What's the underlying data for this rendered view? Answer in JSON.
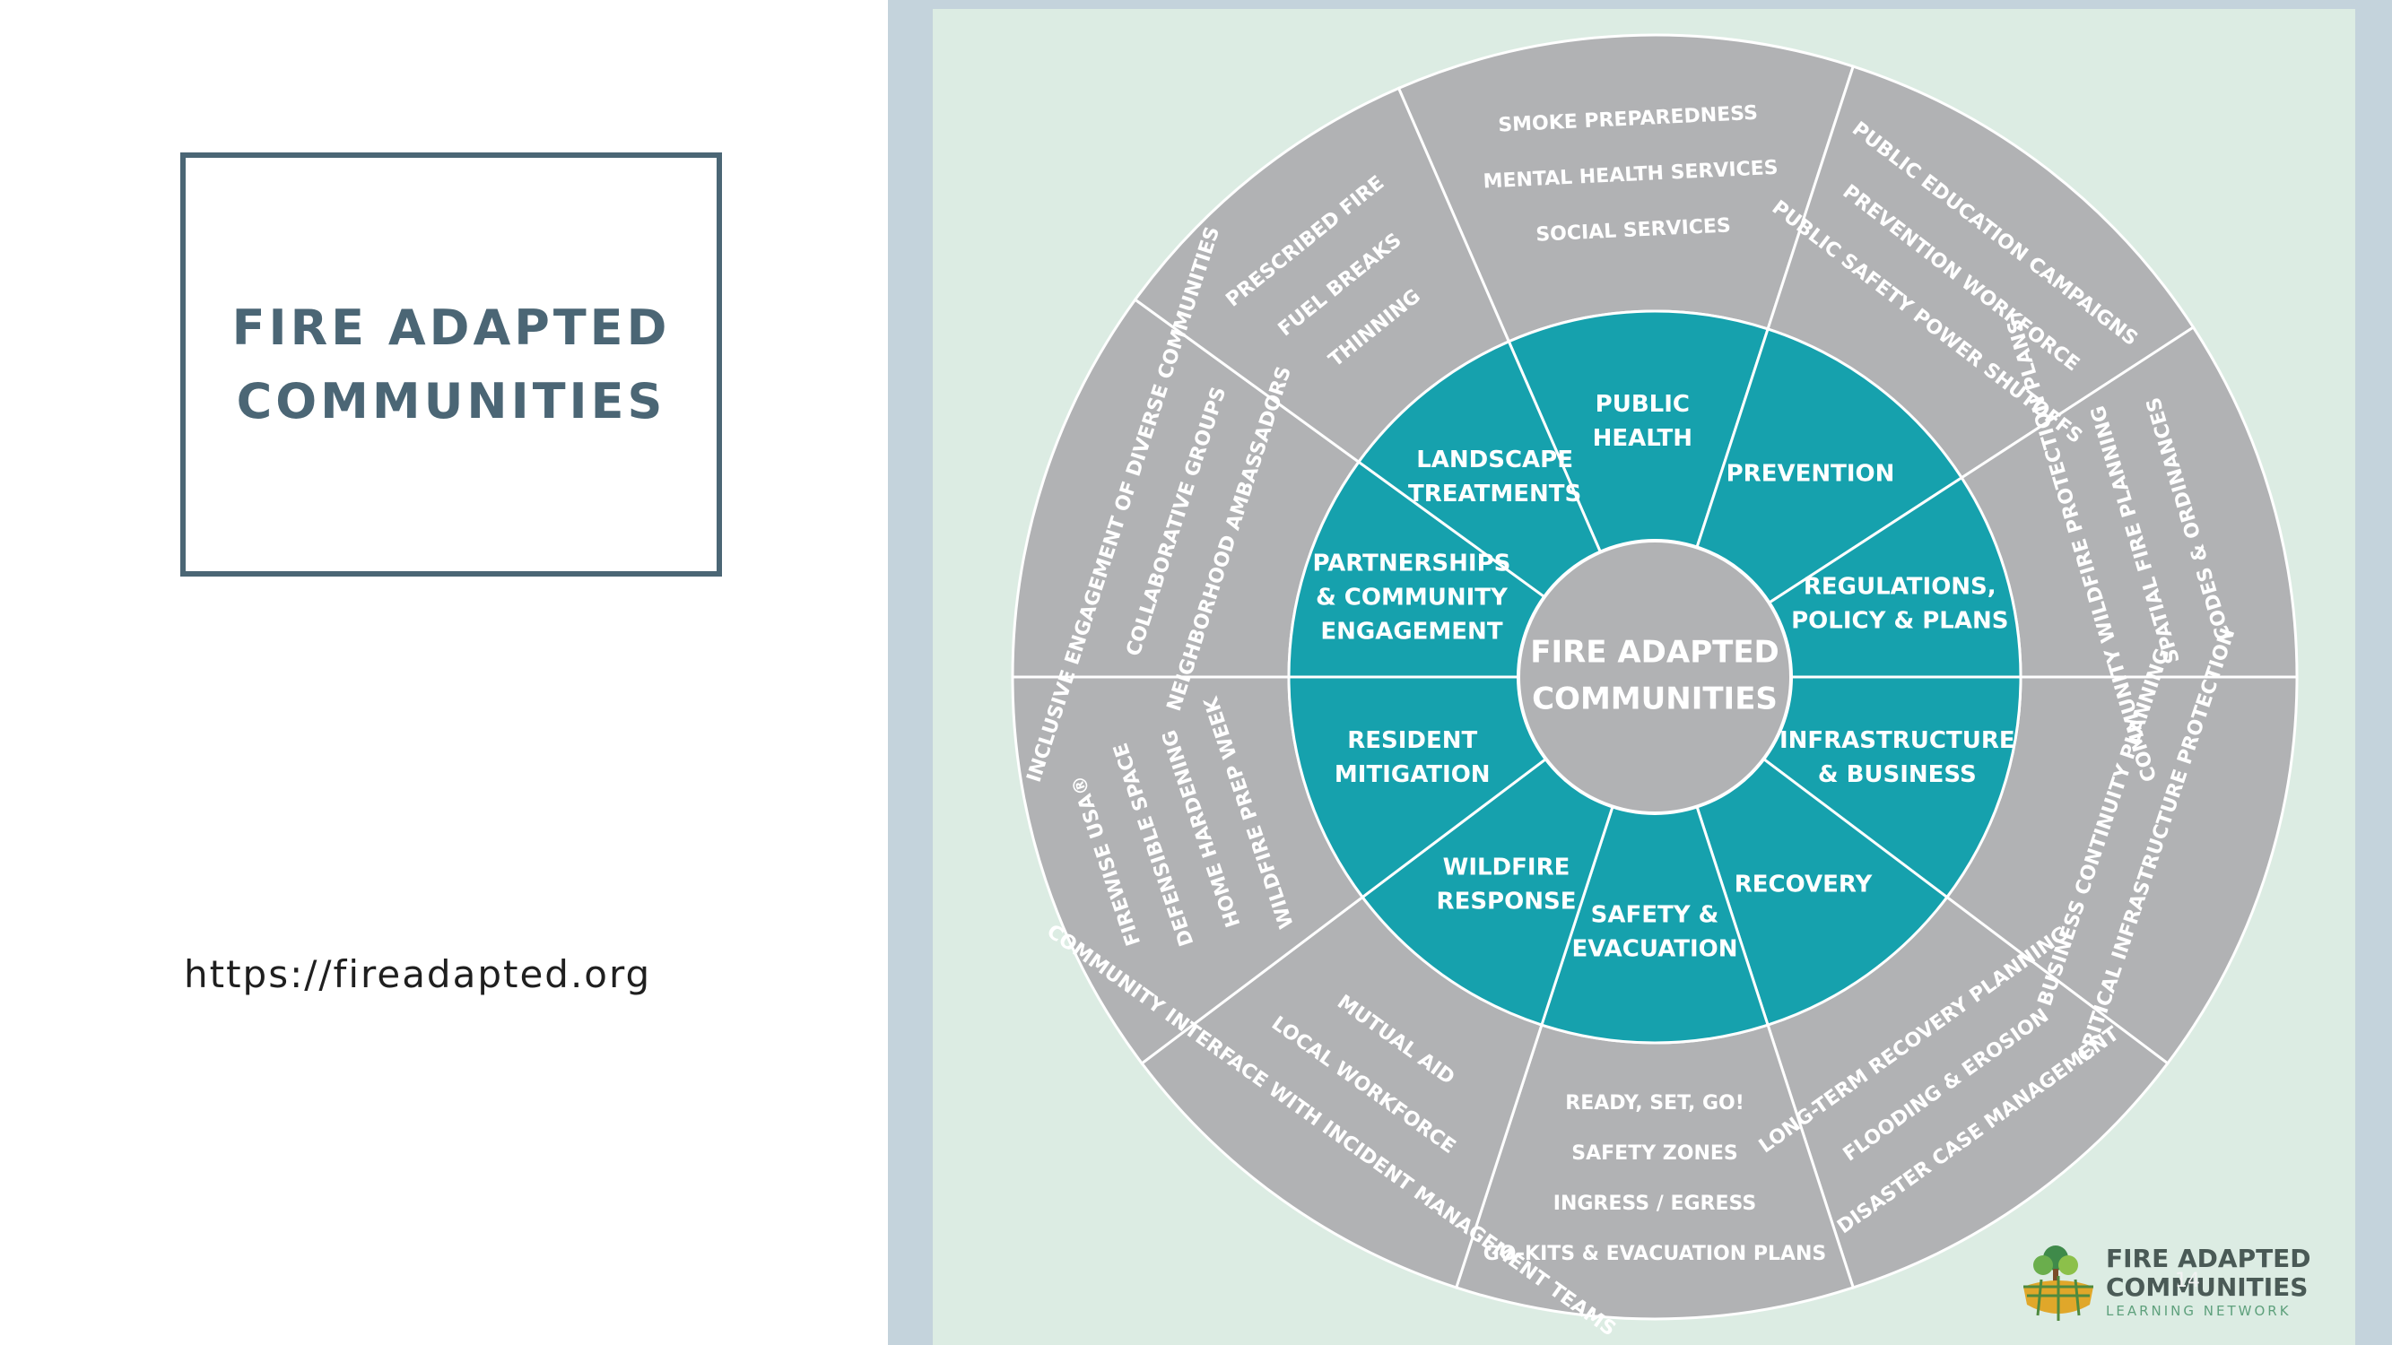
{
  "slide": {
    "title": "FIRE ADAPTED\nCOMMUNITIES",
    "url": "https://fireadapted.org",
    "page_number": "14"
  },
  "colors": {
    "title": "#4b6675",
    "outer_ring": "#b1b2b4",
    "inner_ring": "#16a1ad",
    "center": "#b1b2b4",
    "diagram_bg": "#dcece3",
    "frame": "#c4d3dc"
  },
  "diagram": {
    "center": "FIRE ADAPTED\nCOMMUNITIES",
    "inner": [
      {
        "label": "PUBLIC\nHEALTH"
      },
      {
        "label": "PREVENTION"
      },
      {
        "label": "REGULATIONS,\nPOLICY & PLANS"
      },
      {
        "label": "INFRASTRUCTURE\n& BUSINESS"
      },
      {
        "label": "RECOVERY"
      },
      {
        "label": "SAFETY &\nEVACUATION"
      },
      {
        "label": "WILDFIRE\nRESPONSE"
      },
      {
        "label": "RESIDENT\nMITIGATION"
      },
      {
        "label": "PARTNERSHIPS\n& COMMUNITY\nENGAGEMENT"
      },
      {
        "label": "LANDSCAPE\nTREATMENTS"
      }
    ],
    "outer": [
      {
        "items": [
          "SMOKE PREPAREDNESS",
          "MENTAL HEALTH SERVICES",
          "SOCIAL SERVICES"
        ]
      },
      {
        "items": [
          "PUBLIC EDUCATION CAMPAIGNS",
          "PREVENTION WORKFORCE",
          "PUBLIC SAFETY POWER SHUTOFFS"
        ]
      },
      {
        "items": [
          "COMMUNITY WILDFIRE PROTECTION PLANS",
          "SPATIAL FIRE PLANNING",
          "CODES & ORDINANCES"
        ]
      },
      {
        "items": [
          "BUSINESS CONTINUITY PLANNING",
          "CRITICAL INFRASTRUCTURE PROTECTION"
        ]
      },
      {
        "items": [
          "LONG-TERM RECOVERY PLANNING",
          "FLOODING & EROSION",
          "DISASTER CASE MANAGEMENT"
        ]
      },
      {
        "items": [
          "READY, SET, GO!",
          "SAFETY ZONES",
          "INGRESS / EGRESS",
          "GO-KITS & EVACUATION PLANS"
        ]
      },
      {
        "items": [
          "MUTUAL AID",
          "LOCAL WORKFORCE",
          "COMMUNITY INTERFACE WITH INCIDENT MANAGEMENT TEAMS"
        ]
      },
      {
        "items": [
          "FIREWISE USA®",
          "DEFENSIBLE SPACE",
          "HOME HARDENING",
          "WILDFIRE PREP WEEK"
        ]
      },
      {
        "items": [
          "INCLUSIVE ENGAGEMENT OF DIVERSE COMMUNITIES",
          "COLLABORATIVE GROUPS",
          "NEIGHBORHOOD AMBASSADORS"
        ]
      },
      {
        "items": [
          "PRESCRIBED FIRE",
          "FUEL BREAKS",
          "THINNING"
        ]
      }
    ]
  },
  "logo": {
    "line1": "FIRE ADAPTED",
    "line2": "COMMUNITIES",
    "line3": "LEARNING NETWORK"
  }
}
